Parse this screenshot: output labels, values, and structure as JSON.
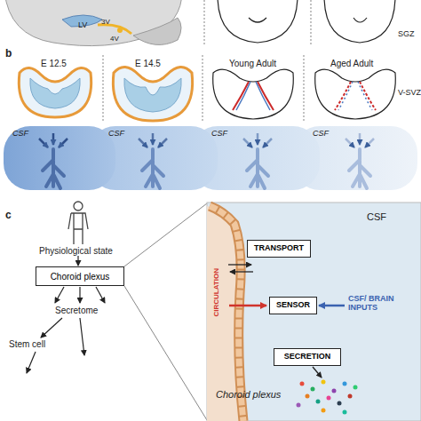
{
  "diagram": {
    "nodes": [
      {
        "text": [
          "Choroid plexus"
        ]
      },
      {
        "text": [
          "CSF",
          "Choroid plexus"
        ]
      },
      {
        "text": [
          "TRANSPORT"
        ],
        "in": 1
      },
      {
        "text": [
          "SENSOR"
        ],
        "in": 1
      },
      {
        "text": [
          "SECRETION"
        ],
        "in": 1
      }
    ],
    "labels": [
      "LV",
      "3V",
      "4V",
      "SGZ",
      "b",
      "E 12.5",
      "E 14.5",
      "Young Adult",
      "Aged Adult",
      "V-SVZ",
      "CSF",
      "CSF",
      "CSF",
      "CSF",
      "c",
      "Physiological state",
      "Secretome",
      "Stem cell",
      "CIRCULATION",
      "CSF/ BRAIN INPUTS"
    ]
  }
}
